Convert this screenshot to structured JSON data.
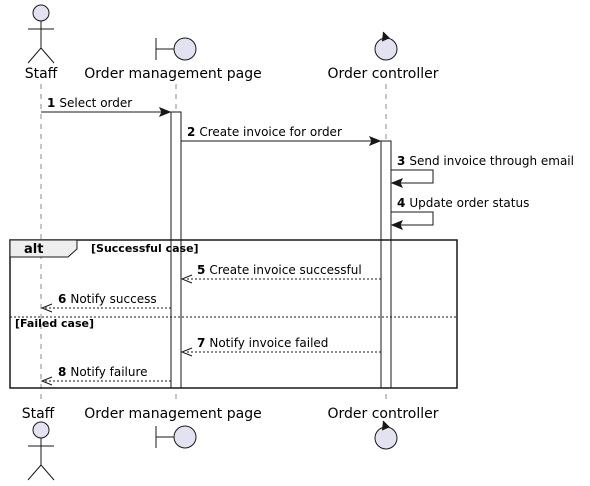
{
  "participants": {
    "staff": {
      "label": "Staff",
      "icon": "actor-icon"
    },
    "page": {
      "label": "Order management page",
      "icon": "boundary-icon"
    },
    "controller": {
      "label": "Order controller",
      "icon": "control-icon"
    }
  },
  "messages": [
    {
      "num": "1",
      "text": "Select order",
      "from": "staff",
      "to": "page",
      "style": "solid"
    },
    {
      "num": "2",
      "text": "Create invoice for order",
      "from": "page",
      "to": "controller",
      "style": "solid"
    },
    {
      "num": "3",
      "text": "Send invoice through email",
      "from": "controller",
      "to": "controller",
      "style": "solid"
    },
    {
      "num": "4",
      "text": "Update order status",
      "from": "controller",
      "to": "controller",
      "style": "solid"
    },
    {
      "num": "5",
      "text": "Create invoice successful",
      "from": "controller",
      "to": "page",
      "style": "dashed"
    },
    {
      "num": "6",
      "text": "Notify success",
      "from": "page",
      "to": "staff",
      "style": "dashed"
    },
    {
      "num": "7",
      "text": "Notify invoice failed",
      "from": "controller",
      "to": "page",
      "style": "dashed"
    },
    {
      "num": "8",
      "text": "Notify failure",
      "from": "page",
      "to": "staff",
      "style": "dashed"
    }
  ],
  "alt_frame": {
    "keyword": "alt",
    "guards": [
      "[Successful case]",
      "[Failed case]"
    ]
  },
  "colors": {
    "participant_fill": "#e2e2f0",
    "line": "#181818",
    "background": "#ffffff"
  }
}
